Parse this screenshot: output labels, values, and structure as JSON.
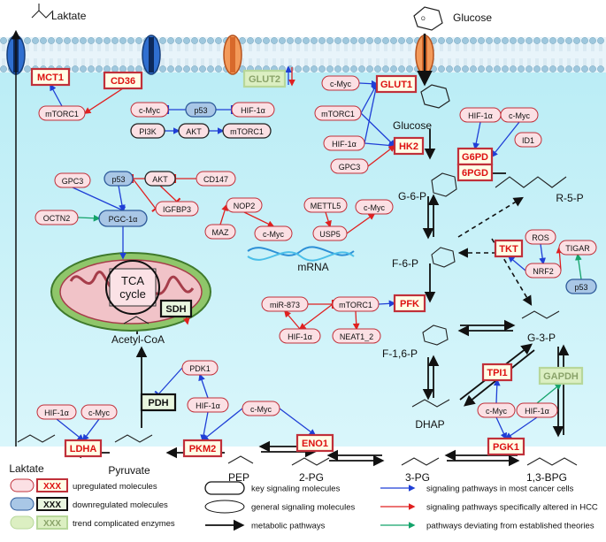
{
  "membrane": {
    "lactate_out": "Laktate",
    "glucose_out": "Glucose"
  },
  "transporters": {
    "mct1": "MCT1",
    "cd36": "CD36",
    "glut2": "GLUT2",
    "glut1": "GLUT1"
  },
  "signals": {
    "mtorc1_a": "mTORC1",
    "cmyc_a": "c-Myc",
    "p53_a": "p53",
    "hif_a": "HIF-1α",
    "pi3k": "PI3K",
    "akt_a": "AKT",
    "mtorc1_b": "mTORC1",
    "cmyc_g": "c-Myc",
    "mtorc1_g": "mTORC1",
    "hif_g": "HIF-1α",
    "gpc3_g": "GPC3",
    "hif_p": "HIF-1α",
    "cmyc_p": "c-Myc",
    "id1": "ID1",
    "gpc3_l": "GPC3",
    "p53_l": "p53",
    "akt_l": "AKT",
    "cd147": "CD147",
    "igfbp3": "IGFBP3",
    "octn2": "OCTN2",
    "pgc": "PGC-1α",
    "nop2": "NOP2",
    "maz": "MAZ",
    "cmyc_r": "c-Myc",
    "mettl5": "METTL5",
    "usp5": "USP5",
    "cmyc_r2": "c-Myc",
    "mrna": "mRNA",
    "ros": "ROS",
    "tigar": "TIGAR",
    "nrf2": "NRF2",
    "p53_t": "p53",
    "mir873": "miR-873",
    "mtorc1_f": "mTORC1",
    "hif_f": "HIF-1α",
    "neat1": "NEAT1_2",
    "pdk1": "PDK1",
    "hif_pdh": "HIF-1α",
    "cmyc_pk": "c-Myc",
    "hif_ld": "HIF-1α",
    "cmyc_ld": "c-Myc",
    "cmyc_pgk": "c-Myc",
    "hif_pgk": "HIF-1α"
  },
  "enzymes": {
    "hk2": "HK2",
    "g6pd": "G6PD",
    "pgd": "6PGD",
    "tkt": "TKT",
    "pfk": "PFK",
    "tpi1": "TPI1",
    "gapdh": "GAPDH",
    "pgk1": "PGK1",
    "eno1": "ENO1",
    "pkm2": "PKM2",
    "ldha": "LDHA",
    "pdh": "PDH",
    "sdh": "SDH"
  },
  "metabolites": {
    "glucose_in": "Glucose",
    "g6p": "G-6-P",
    "r5p": "R-5-P",
    "f6p": "F-6-P",
    "f16p": "F-1,6-P",
    "g3p": "G-3-P",
    "dhap": "DHAP",
    "bpg": "1,3-BPG",
    "pg3": "3-PG",
    "pg2": "2-PG",
    "pep": "PEP",
    "pyruvate": "Pyruvate",
    "acetyl": "Acetyl-CoA",
    "laktate_in": "Laktate",
    "tca": "TCA\ncycle"
  },
  "legend": {
    "up": "upregulated molecules",
    "down": "downregulated molecules",
    "trend": "trend complicated enzymes",
    "key": "key signaling molecules",
    "general": "general signaling molecules",
    "blue": "signaling pathways in most cancer cells",
    "red": "signaling pathways specifically altered in HCC",
    "green": "pathways deviating from established theories",
    "metabolic": "metabolic pathways",
    "xxx": "XXX"
  },
  "colors": {
    "membrane_top": "#d7ecf6",
    "cytoplasm": "#a8e6f2",
    "up_fill": "#fbe0e4",
    "up_stroke": "#c0303a",
    "down_fill": "#a9c7e6",
    "down_stroke": "#2d5a9a",
    "trend_fill": "#dcefc2",
    "blue": "#1f3fd6",
    "red": "#e02020",
    "green": "#13a36a"
  }
}
